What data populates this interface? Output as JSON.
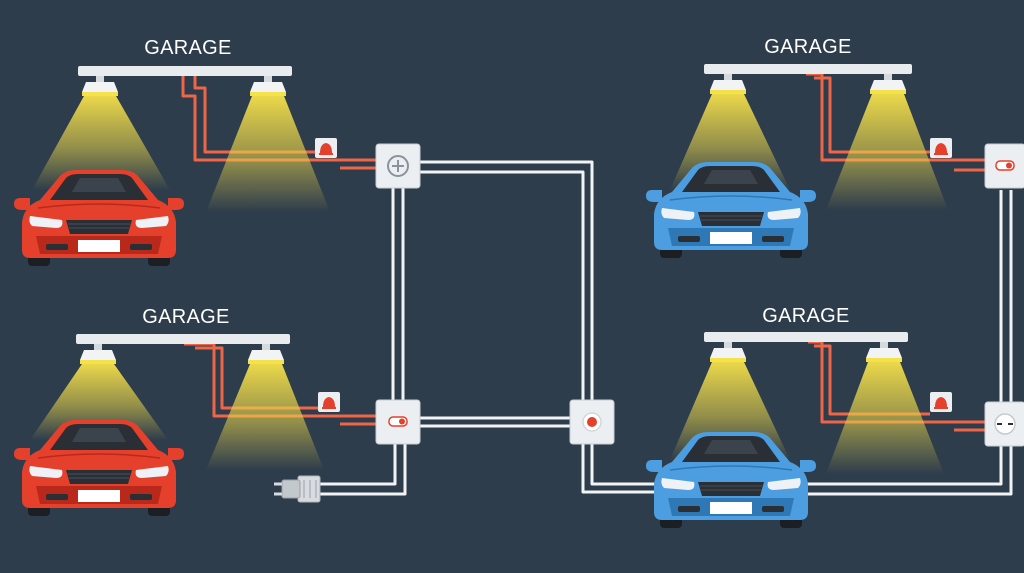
{
  "colors": {
    "background": "#2e3d4b",
    "beam": "#e9ecef",
    "light_cone": "#f2dc47",
    "red_wire": "#ee6547",
    "white_wire": "#f1f3f5",
    "box_fill": "#eceff2",
    "red_car": "#e5402c",
    "red_car_dark": "#b8291b",
    "blue_car": "#4d9ee0",
    "blue_car_dark": "#2f78b6"
  },
  "garages": [
    {
      "label": "GARAGE",
      "car": "red-car",
      "car_color": "red"
    },
    {
      "label": "GARAGE",
      "car": "red-car",
      "car_color": "red"
    },
    {
      "label": "GARAGE",
      "car": "blue-car",
      "car_color": "blue"
    },
    {
      "label": "GARAGE",
      "car": "blue-car",
      "car_color": "blue"
    }
  ],
  "junction_boxes": [
    {
      "name": "plus-junction-box",
      "icon": "plus-icon"
    },
    {
      "name": "switch-junction-box",
      "icon": "switch-icon"
    },
    {
      "name": "center-junction-box",
      "icon": "red-dot-icon"
    },
    {
      "name": "top-right-junction-box",
      "icon": "switch-icon"
    },
    {
      "name": "bottom-right-junction-box",
      "icon": "outlet-icon"
    }
  ],
  "sensors": [
    {
      "name": "motion-sensor",
      "icon": "bell-icon"
    },
    {
      "name": "motion-sensor",
      "icon": "bell-icon"
    },
    {
      "name": "motion-sensor",
      "icon": "bell-icon"
    },
    {
      "name": "motion-sensor",
      "icon": "bell-icon"
    }
  ],
  "plug": {
    "name": "power-plug",
    "icon": "plug-icon"
  }
}
